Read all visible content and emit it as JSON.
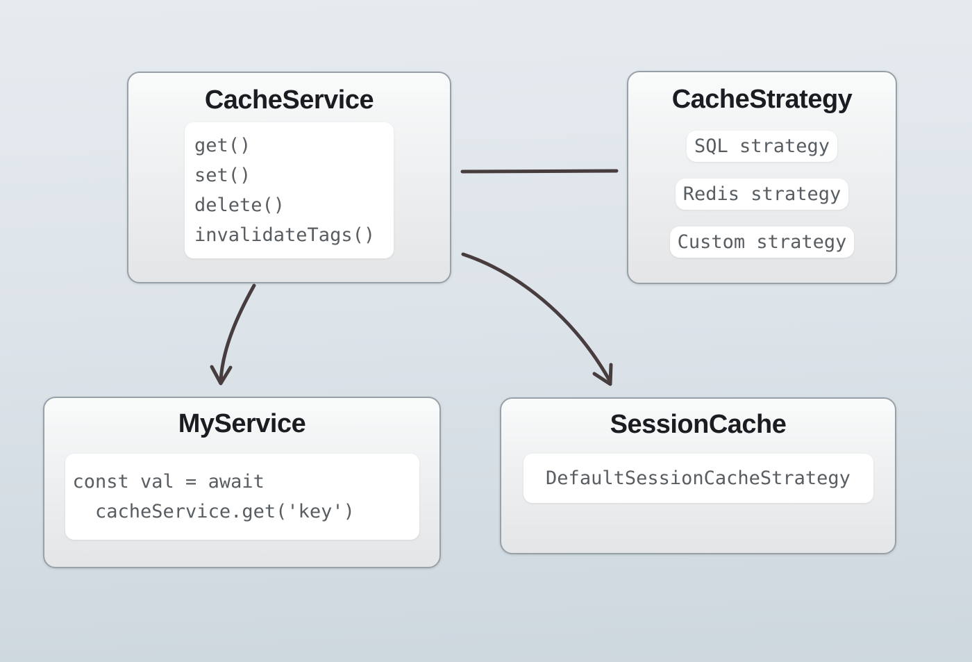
{
  "colors": {
    "background_top": "#e6ebef",
    "background_bottom": "#cdd7de",
    "node_border": "#98a1a7",
    "node_fill_top": "#fafbfb",
    "node_fill_bottom": "#e3e5e7",
    "code_box_fill": "#ffffff",
    "title_text": "#191c21",
    "code_text": "#585d62",
    "arrow": "#473d3e"
  },
  "nodes": {
    "cache_service": {
      "title": "CacheService",
      "methods": [
        "get()",
        "set()",
        "delete()",
        "invalidateTags()"
      ]
    },
    "cache_strategy": {
      "title": "CacheStrategy",
      "strategies": [
        "SQL strategy",
        "Redis strategy",
        "Custom strategy"
      ]
    },
    "my_service": {
      "title": "MyService",
      "code_lines": [
        "const val = await",
        "  cacheService.get('key')"
      ]
    },
    "session_cache": {
      "title": "SessionCache",
      "strategy": "DefaultSessionCacheStrategy"
    }
  },
  "edges": [
    {
      "from": "CacheService",
      "to": "CacheStrategy",
      "type": "line"
    },
    {
      "from": "CacheService",
      "to": "MyService",
      "type": "arrow"
    },
    {
      "from": "CacheService",
      "to": "SessionCache",
      "type": "arrow"
    }
  ]
}
